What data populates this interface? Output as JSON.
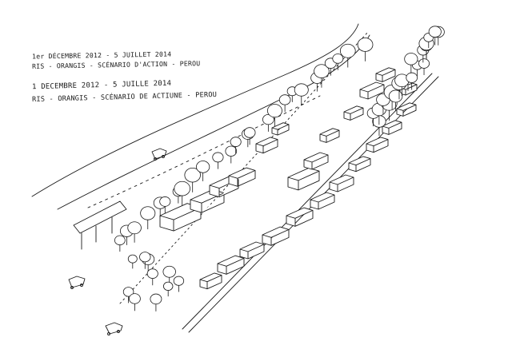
{
  "captions": {
    "line1": "1er DÉCEMBRE 2012 - 5 JUILLET 2014",
    "line2": "RIS - ORANGIS - SCÉNARIO D'ACTION - PEROU",
    "line3": "1 DECEMBRE 2012 - 5 JUILLE 2014",
    "line4": "RIS - ORANGIS - SCÉNARIO DE ACTIUNE - PEROU"
  },
  "colors": {
    "ink": "#1a1a1a",
    "paper": "#ffffff"
  }
}
